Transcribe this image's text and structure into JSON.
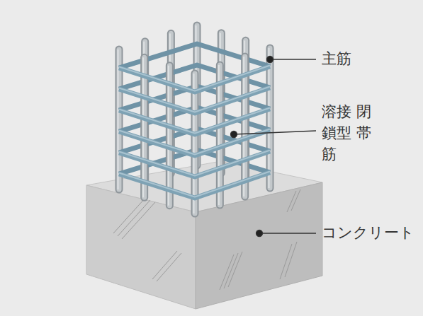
{
  "diagram": {
    "labels": [
      "主筋",
      "溶接 閉鎖型 帯筋",
      "コンクリート"
    ]
  }
}
